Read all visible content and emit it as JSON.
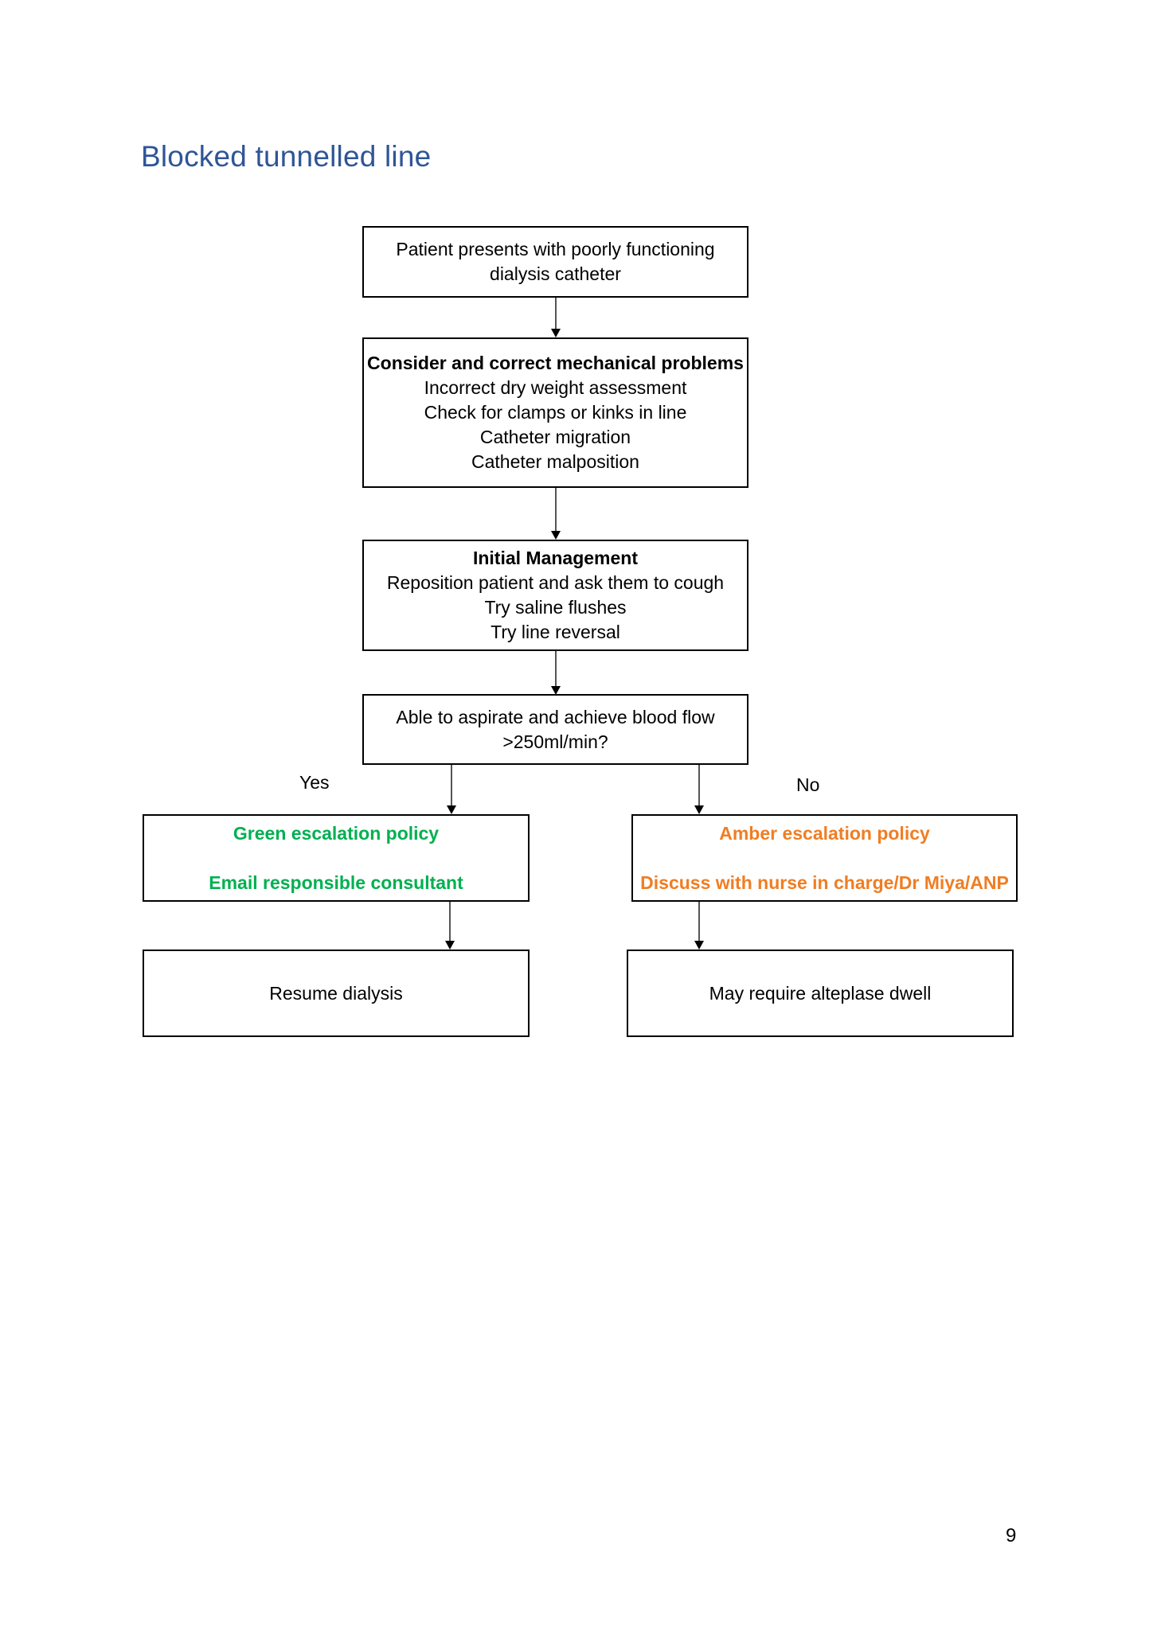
{
  "title": "Blocked tunnelled line",
  "flowchart": {
    "start": {
      "lines": [
        "Patient presents with poorly functioning",
        "dialysis catheter"
      ]
    },
    "mechanical": {
      "heading": "Consider and correct mechanical problems",
      "items": [
        "Incorrect dry weight assessment",
        "Check for clamps or kinks in line",
        "Catheter migration",
        "Catheter malposition"
      ]
    },
    "initial": {
      "heading": "Initial Management",
      "items": [
        "Reposition patient and ask them to cough",
        "Try saline flushes",
        "Try line reversal"
      ]
    },
    "decision": {
      "lines": [
        "Able to aspirate and achieve blood flow",
        ">250ml/min?"
      ]
    },
    "yes_label": "Yes",
    "no_label": "No",
    "green": {
      "title": "Green escalation policy",
      "action": "Email responsible consultant",
      "color": "#00b050"
    },
    "amber": {
      "title": "Amber escalation policy",
      "action": "Discuss with nurse in charge/Dr Miya/ANP",
      "color": "#f07d22"
    },
    "resume": "Resume dialysis",
    "alteplase": "May require alteplase dwell"
  },
  "page_number": "9",
  "colors": {
    "title": "#2f5597",
    "border": "#000000"
  }
}
